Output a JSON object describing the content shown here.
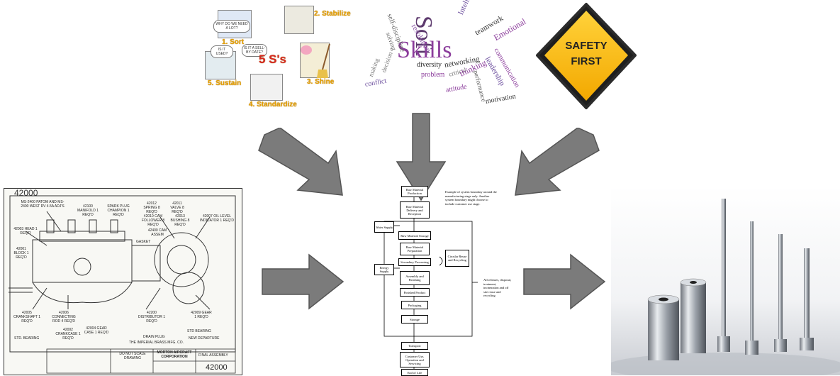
{
  "five_s": {
    "title": "5 S's",
    "steps": [
      {
        "label": "1. Sort"
      },
      {
        "label": "2. Stabilize"
      },
      {
        "label": "3. Shine"
      },
      {
        "label": "4. Standardize"
      },
      {
        "label": "5. Sustain"
      }
    ],
    "bubbles": [
      "WHY DO WE NEED A LOT?",
      "IS IT USED?",
      "IS IT A SELL-BY DATE?"
    ]
  },
  "soft_skills": {
    "words": [
      "Soft",
      "Skills",
      "resolution",
      "self-discipline",
      "teamwork",
      "Intelligence",
      "Emotional",
      "networking",
      "diversity",
      "problem",
      "conflict",
      "making",
      "decision",
      "solving",
      "critical",
      "thinking",
      "leadership",
      "communication",
      "attitude",
      "performance",
      "motivation"
    ]
  },
  "safety_sign": {
    "line1": "SAFETY",
    "line2": "FIRST"
  },
  "engine_drawing": {
    "number": "42000",
    "labels": [
      "MS-2400 PATOM AND MS-2400 WEST RV 4.5A ADJ'S",
      "42100 MANIFOLD 1 REQ'D",
      "SPARK PLUG CHAMPION 1 REQ'D",
      "42003 HEAD 1 REQ'D",
      "42001 BLOCK 1 REQ'D",
      "42012 SPRING 8 REQ'D",
      "42011 VALVE 8 REQ'D",
      "42010 CAM FOLLOWER 8 REQ'D",
      "42013 BUSHING 8 REQ'D",
      "42007 OIL LEVEL INDICATOR 1 REQ'D",
      "42400 CAM ASSEM",
      "GASKET",
      "42005 CRANKSHAFT 1 REQ'D",
      "42006 CONNECTING ROD 4 REQ'D",
      "42004 GEAR CASE 1 REQ'D",
      "42002 CRANKCASE 1 REQ'D",
      "42200 DISTRIBUTOR 1 REQ'D",
      "42009 GEAR 1 REQ'D",
      "STD. BEARING",
      "DRAIN PLUG",
      "STD BEARING",
      "NEW DEPARTURE",
      "THE IMPERIAL BRASS MFG. CO.",
      "DO NOT SCALE DRAWING",
      "MORTON AIRCRAFT CORPORATION",
      "FINAL ASSEMBLY",
      "42000"
    ]
  },
  "flowchart": {
    "steps": [
      "Raw Material Production",
      "Raw Material Delivery and Reception",
      "Raw Material Storage",
      "Raw Material Preparation",
      "Secondary Processing",
      "Assembly and Finishing",
      "Finished Product",
      "Packaging",
      "Storage",
      "Transport",
      "Customer Use, Operation and Servicing",
      "End of Life"
    ],
    "inputs": [
      "Water Supply",
      "Energy Supply"
    ],
    "side_box": "Circular Reuse and Recycling",
    "note_top": "Example of system boundary around the manufacturing stage only. Another system boundary might choose to include customer use stage.",
    "note_right": "All releases, disposal, treatment, incineration and off site reuse and recycling"
  }
}
